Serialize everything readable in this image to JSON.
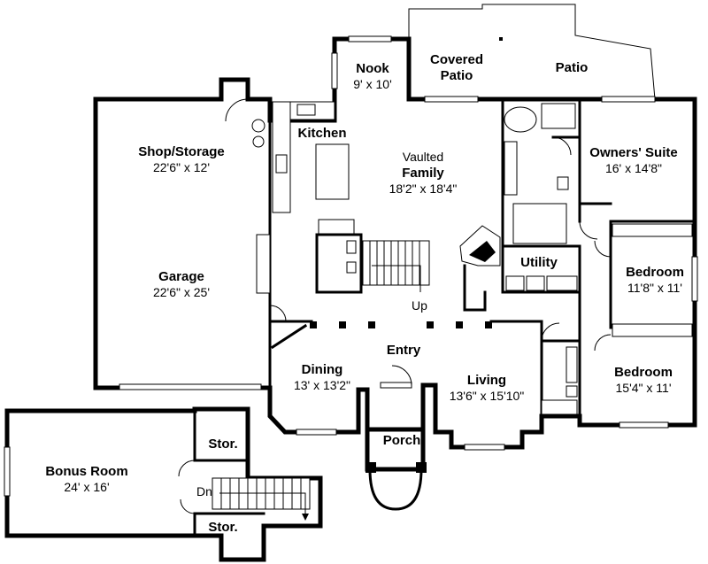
{
  "rooms": {
    "nook": {
      "name": "Nook",
      "size": "9' x 10'"
    },
    "covered_patio": {
      "name_line1": "Covered",
      "name_line2": "Patio"
    },
    "patio": {
      "name": "Patio"
    },
    "kitchen": {
      "name": "Kitchen"
    },
    "family": {
      "prefix": "Vaulted",
      "name": "Family",
      "size": "18'2\" x 18'4\""
    },
    "shop_storage": {
      "name": "Shop/Storage",
      "size": "22'6\" x 12'"
    },
    "garage": {
      "name": "Garage",
      "size": "22'6\" x 25'"
    },
    "owners_suite": {
      "name": "Owners' Suite",
      "size": "16' x 14'8\""
    },
    "utility": {
      "name": "Utility"
    },
    "bedroom_1": {
      "name": "Bedroom",
      "size": "11'8\" x 11'"
    },
    "bedroom_2": {
      "name": "Bedroom",
      "size": "15'4\" x 11'"
    },
    "dining": {
      "name": "Dining",
      "size": "13' x 13'2\""
    },
    "entry": {
      "name": "Entry"
    },
    "living": {
      "name": "Living",
      "size": "13'6\" x 15'10\""
    },
    "porch": {
      "name": "Porch"
    },
    "bonus_room": {
      "name": "Bonus Room",
      "size": "24' x 16'"
    },
    "storage_1": {
      "name": "Stor."
    },
    "storage_2": {
      "name": "Stor."
    }
  },
  "stairs": {
    "up": "Up",
    "down": "Dn"
  }
}
